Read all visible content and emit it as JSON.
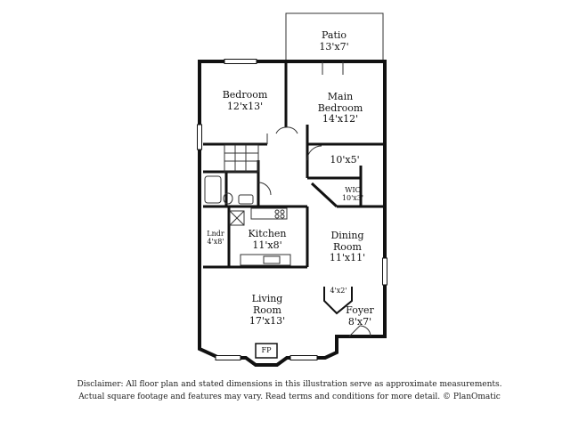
{
  "rooms": {
    "patio": {
      "name": "Patio",
      "dim": "13'x7'"
    },
    "bedroom": {
      "name": "Bedroom",
      "dim": "12'x13'"
    },
    "main_bedroom": {
      "name": "Main Bedroom",
      "dim": "14'x12'"
    },
    "closet": {
      "name": "",
      "dim": "10'x5'"
    },
    "wic": {
      "name": "WIC",
      "dim": "10'x3'"
    },
    "laundry": {
      "name": "Lndr",
      "dim": "4'x8'"
    },
    "kitchen": {
      "name": "Kitchen",
      "dim": "11'x8'"
    },
    "dining": {
      "name": "Dining Room",
      "dim": "11'x11'"
    },
    "coat_closet": {
      "name": "",
      "dim": "4'x2'"
    },
    "living": {
      "name": "Living Room",
      "dim": "17'x13'"
    },
    "foyer": {
      "name": "Foyer",
      "dim": "8'x7'"
    },
    "fireplace": {
      "name": "FP",
      "dim": ""
    }
  },
  "disclaimer": {
    "line1": "Disclaimer: All floor plan and stated dimensions in this illustration serve as approximate measurements.",
    "line2": "Actual square footage and features may vary. Read terms and conditions for more detail. © PlanOmatic"
  }
}
